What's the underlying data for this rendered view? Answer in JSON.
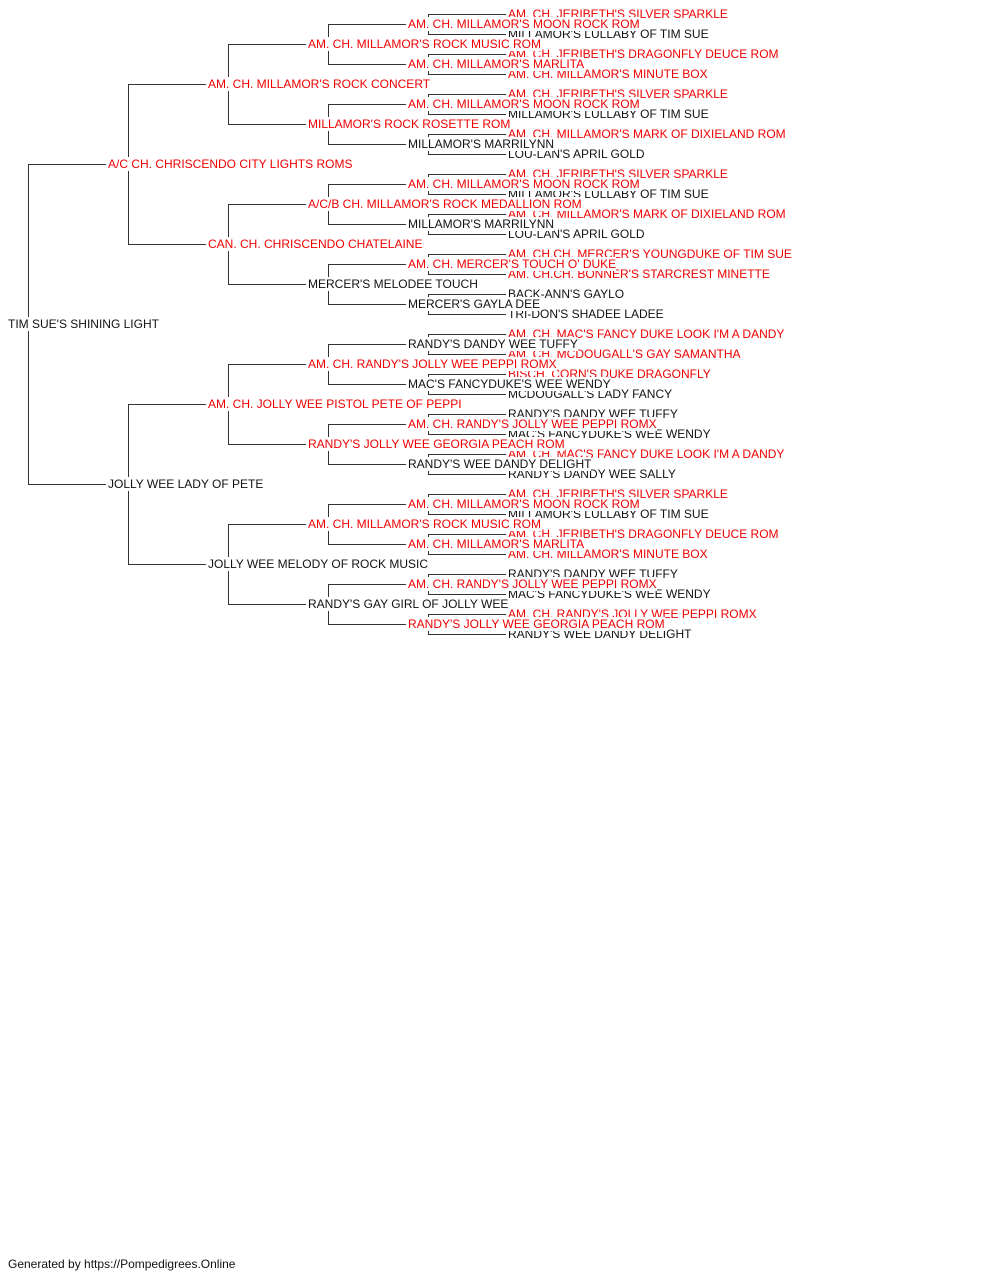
{
  "footer": "Generated by https://Pompedigrees.Online",
  "colors": {
    "champion": "#ee0000",
    "normal": "#111111",
    "line": "#333333"
  },
  "pedigree": {
    "name": "TIM SUE'S SHINING LIGHT",
    "champion": false,
    "sire": {
      "name": "A/C CH. CHRISCENDO CITY LIGHTS ROMS",
      "champion": true,
      "sire": {
        "name": "AM. CH. MILLAMOR'S ROCK CONCERT",
        "champion": true,
        "sire": {
          "name": "AM. CH. MILLAMOR'S ROCK MUSIC ROM",
          "champion": true,
          "sire": {
            "name": "AM. CH. MILLAMOR'S MOON ROCK ROM",
            "champion": true,
            "sire": {
              "name": "AM. CH. JERIBETH'S SILVER SPARKLE",
              "champion": true
            },
            "dam": {
              "name": "MILLAMOR'S LULLABY OF TIM SUE",
              "champion": false
            }
          },
          "dam": {
            "name": "AM. CH. MILLAMOR'S MARLITA",
            "champion": true,
            "sire": {
              "name": "AM. CH. JERIBETH'S DRAGONFLY DEUCE ROM",
              "champion": true
            },
            "dam": {
              "name": "AM. CH. MILLAMOR'S MINUTE BOX",
              "champion": true
            }
          }
        },
        "dam": {
          "name": "MILLAMOR'S ROCK ROSETTE ROM",
          "champion": true,
          "sire": {
            "name": "AM. CH. MILLAMOR'S MOON ROCK ROM",
            "champion": true,
            "sire": {
              "name": "AM. CH. JERIBETH'S SILVER SPARKLE",
              "champion": true
            },
            "dam": {
              "name": "MILLAMOR'S LULLABY OF TIM SUE",
              "champion": false
            }
          },
          "dam": {
            "name": "MILLAMOR'S MARRILYNN",
            "champion": false,
            "sire": {
              "name": "AM. CH. MILLAMOR'S MARK OF DIXIELAND ROM",
              "champion": true
            },
            "dam": {
              "name": "LOU-LAN'S APRIL GOLD",
              "champion": false
            }
          }
        }
      },
      "dam": {
        "name": "CAN. CH. CHRISCENDO CHATELAINE",
        "champion": true,
        "sire": {
          "name": "A/C/B CH. MILLAMOR'S ROCK MEDALLION ROM",
          "champion": true,
          "sire": {
            "name": "AM. CH. MILLAMOR'S MOON ROCK ROM",
            "champion": true,
            "sire": {
              "name": "AM. CH. JERIBETH'S SILVER SPARKLE",
              "champion": true
            },
            "dam": {
              "name": "MILLAMOR'S LULLABY OF TIM SUE",
              "champion": false
            }
          },
          "dam": {
            "name": "MILLAMOR'S MARRILYNN",
            "champion": false,
            "sire": {
              "name": "AM. CH. MILLAMOR'S MARK OF DIXIELAND ROM",
              "champion": true
            },
            "dam": {
              "name": "LOU-LAN'S APRIL GOLD",
              "champion": false
            }
          }
        },
        "dam": {
          "name": "MERCER'S MELODEE TOUCH",
          "champion": false,
          "sire": {
            "name": "AM. CH. MERCER'S TOUCH O' DUKE",
            "champion": true,
            "sire": {
              "name": "AM. CH.CH. MERCER'S YOUNGDUKE OF TIM SUE",
              "champion": true
            },
            "dam": {
              "name": "AM. CH.CH. BONNER'S STARCREST MINETTE",
              "champion": true
            }
          },
          "dam": {
            "name": "MERCER'S GAYLA DEE",
            "champion": false,
            "sire": {
              "name": "BACK-ANN'S GAYLO",
              "champion": false
            },
            "dam": {
              "name": "TRI-DON'S SHADEE LADEE",
              "champion": false
            }
          }
        }
      }
    },
    "dam": {
      "name": "JOLLY WEE LADY OF PETE",
      "champion": false,
      "sire": {
        "name": "AM. CH. JOLLY WEE PISTOL PETE OF PEPPI",
        "champion": true,
        "sire": {
          "name": "AM. CH. RANDY'S JOLLY WEE PEPPI ROMX",
          "champion": true,
          "sire": {
            "name": "RANDY'S DANDY WEE TUFFY",
            "champion": false,
            "sire": {
              "name": "AM. CH. MAC'S FANCY DUKE LOOK I'M A DANDY",
              "champion": true
            },
            "dam": {
              "name": "AM. CH. MCDOUGALL'S GAY SAMANTHA",
              "champion": true
            }
          },
          "dam": {
            "name": "MAC'S FANCYDUKE'S WEE WENDY",
            "champion": false,
            "sire": {
              "name": "BISCH. CORN'S DUKE DRAGONFLY",
              "champion": true
            },
            "dam": {
              "name": "MCDOUGALL'S LADY FANCY",
              "champion": false
            }
          }
        },
        "dam": {
          "name": "RANDY'S JOLLY WEE GEORGIA PEACH ROM",
          "champion": true,
          "sire": {
            "name": "AM. CH. RANDY'S JOLLY WEE PEPPI ROMX",
            "champion": true,
            "sire": {
              "name": "RANDY'S DANDY WEE TUFFY",
              "champion": false
            },
            "dam": {
              "name": "MAC'S FANCYDUKE'S WEE WENDY",
              "champion": false
            }
          },
          "dam": {
            "name": "RANDY'S WEE DANDY DELIGHT",
            "champion": false,
            "sire": {
              "name": "AM. CH. MAC'S FANCY DUKE LOOK I'M A DANDY",
              "champion": true
            },
            "dam": {
              "name": "RANDY'S DANDY WEE SALLY",
              "champion": false
            }
          }
        }
      },
      "dam": {
        "name": "JOLLY WEE MELODY OF ROCK MUSIC",
        "champion": false,
        "sire": {
          "name": "AM. CH. MILLAMOR'S ROCK MUSIC ROM",
          "champion": true,
          "sire": {
            "name": "AM. CH. MILLAMOR'S MOON ROCK ROM",
            "champion": true,
            "sire": {
              "name": "AM. CH. JERIBETH'S SILVER SPARKLE",
              "champion": true
            },
            "dam": {
              "name": "MILLAMOR'S LULLABY OF TIM SUE",
              "champion": false
            }
          },
          "dam": {
            "name": "AM. CH. MILLAMOR'S MARLITA",
            "champion": true,
            "sire": {
              "name": "AM. CH. JERIBETH'S DRAGONFLY DEUCE ROM",
              "champion": true
            },
            "dam": {
              "name": "AM. CH. MILLAMOR'S MINUTE BOX",
              "champion": true
            }
          }
        },
        "dam": {
          "name": "RANDY'S GAY GIRL OF JOLLY WEE",
          "champion": false,
          "sire": {
            "name": "AM. CH. RANDY'S JOLLY WEE PEPPI ROMX",
            "champion": true,
            "sire": {
              "name": "RANDY'S DANDY WEE TUFFY",
              "champion": false
            },
            "dam": {
              "name": "MAC'S FANCYDUKE'S WEE WENDY",
              "champion": false
            }
          },
          "dam": {
            "name": "RANDY'S JOLLY WEE GEORGIA PEACH ROM",
            "champion": true,
            "sire": {
              "name": "AM. CH. RANDY'S JOLLY WEE PEPPI ROMX",
              "champion": true
            },
            "dam": {
              "name": "RANDY'S WEE DANDY DELIGHT",
              "champion": false
            }
          }
        }
      }
    }
  }
}
